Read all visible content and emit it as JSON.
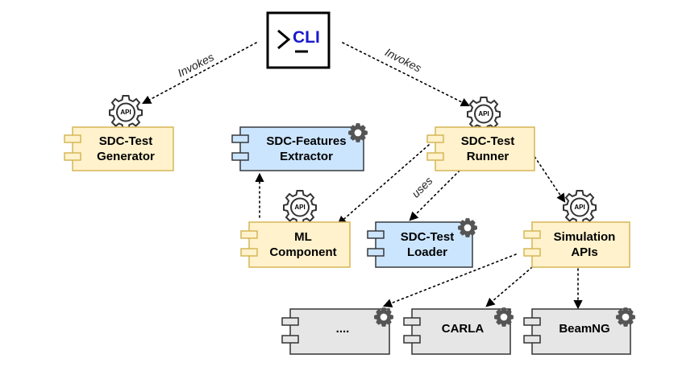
{
  "cli": {
    "prompt": ">",
    "label": "CLI"
  },
  "edge_labels": {
    "invokes_left": "Invokes",
    "invokes_right": "Invokes",
    "uses": "uses"
  },
  "api_badge": "API",
  "components": {
    "generator": {
      "line1": "SDC-Test",
      "line2": "Generator"
    },
    "features": {
      "line1": "SDC-Features",
      "line2": "Extractor"
    },
    "runner": {
      "line1": "SDC-Test",
      "line2": "Runner"
    },
    "ml": {
      "line1": "ML",
      "line2": "Component"
    },
    "loader": {
      "line1": "SDC-Test",
      "line2": "Loader"
    },
    "simulation": {
      "line1": "Simulation",
      "line2": "APIs"
    },
    "other": {
      "line1": "...."
    },
    "carla": {
      "line1": "CARLA"
    },
    "beamng": {
      "line1": "BeamNG"
    }
  },
  "colors": {
    "yellow_fill": "#fff2cc",
    "yellow_stroke": "#d6b656",
    "blue_fill": "#cce5ff",
    "blue_stroke": "#36393d",
    "gray_fill": "#e6e6e6",
    "gray_stroke": "#333333",
    "cli_blue": "#1a1acc"
  }
}
